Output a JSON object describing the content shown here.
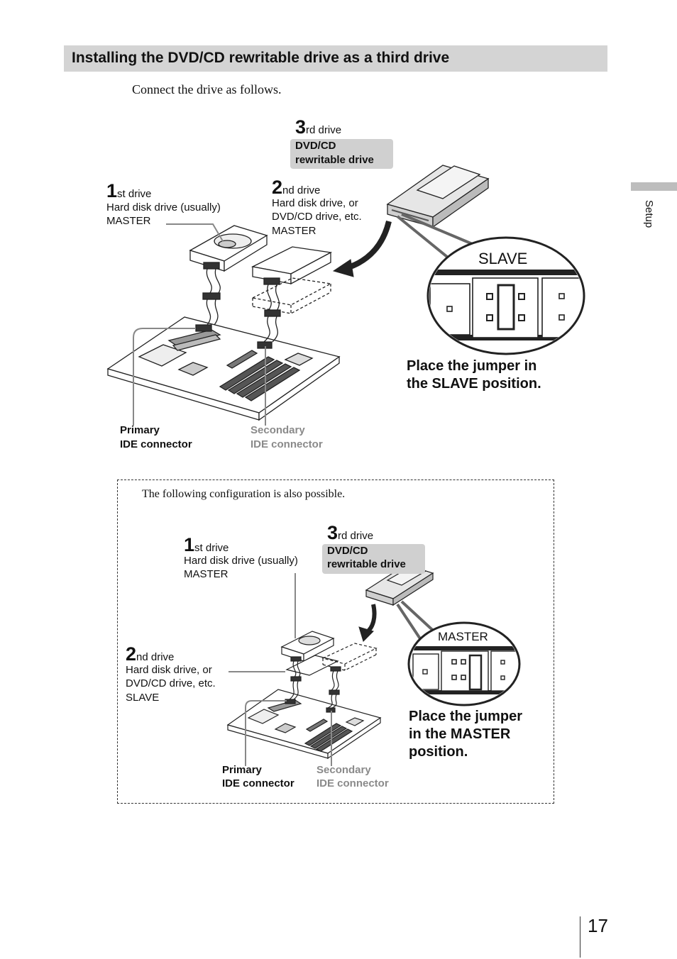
{
  "header": {
    "title": "Installing the DVD/CD rewritable drive as a third drive"
  },
  "intro": "Connect the drive as follows.",
  "side_tab": {
    "label": "Setup"
  },
  "page_number": "17",
  "diagram1": {
    "third": {
      "num": "3",
      "suffix": "rd drive",
      "tag_line1": "DVD/CD",
      "tag_line2": "rewritable drive"
    },
    "first": {
      "num": "1",
      "suffix": "st drive",
      "line1": "Hard disk drive (usually)",
      "line2": "MASTER"
    },
    "second": {
      "num": "2",
      "suffix": "nd drive",
      "line1": "Hard disk drive, or",
      "line2": "DVD/CD drive, etc.",
      "line3": "MASTER"
    },
    "zoom_label": "SLAVE",
    "callout_line1": "Place the jumper in",
    "callout_line2": "the SLAVE position.",
    "primary_line1": "Primary",
    "primary_line2": "IDE connector",
    "secondary_line1": "Secondary",
    "secondary_line2": "IDE connector"
  },
  "diagram2": {
    "note": "The following configuration is also possible.",
    "first": {
      "num": "1",
      "suffix": "st drive",
      "line1": "Hard disk drive (usually)",
      "line2": "MASTER"
    },
    "third": {
      "num": "3",
      "suffix": "rd drive",
      "tag_line1": "DVD/CD",
      "tag_line2": "rewritable drive"
    },
    "second": {
      "num": "2",
      "suffix": "nd drive",
      "line1": "Hard disk drive, or",
      "line2": "DVD/CD drive, etc.",
      "line3": "SLAVE"
    },
    "zoom_label": "MASTER",
    "callout_line1": "Place the jumper",
    "callout_line2": "in the MASTER",
    "callout_line3": "position.",
    "primary_line1": "Primary",
    "primary_line2": "IDE connector",
    "secondary_line1": "Secondary",
    "secondary_line2": "IDE connector"
  },
  "colors": {
    "header_bg": "#d4d4d4",
    "tag_bg": "#d0d0d0",
    "secondary_text": "#8a8a8a",
    "side_tab": "#bdbdbd"
  }
}
